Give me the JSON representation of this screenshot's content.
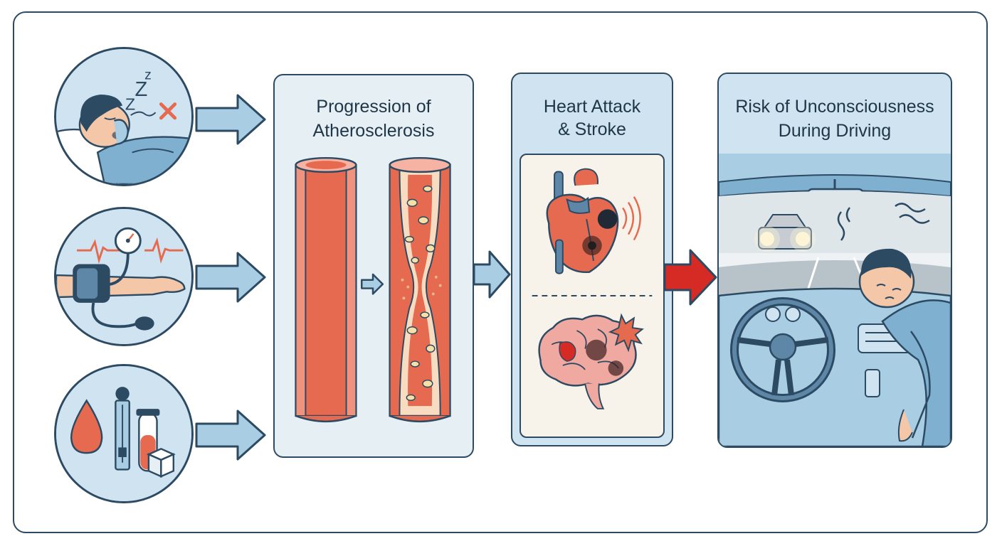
{
  "panels": {
    "atherosclerosis": {
      "title_line1": "Progression of",
      "title_line2": "Atherosclerosis"
    },
    "heart_stroke": {
      "title_line1": "Heart Attack",
      "title_line2": "& Stroke"
    },
    "driving": {
      "title_line1": "Risk of Unconsciousness",
      "title_line2": "During Driving"
    }
  },
  "risk_factors": {
    "sleep_apnea": {
      "snore_glyphs": [
        "Z",
        "Z",
        "z"
      ]
    }
  },
  "colors": {
    "outline": "#2d4a63",
    "artery_red": "#e56a50",
    "panel_fill": "#e6eff4",
    "arrow_blue": "#a9cde2",
    "danger_red": "#d62b24"
  }
}
